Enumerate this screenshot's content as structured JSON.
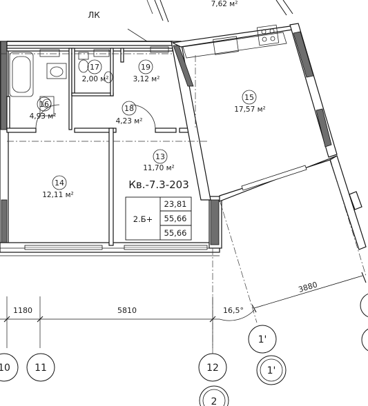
{
  "plan": {
    "top_label": "ЛК",
    "top_area_partial": "7,62 м²",
    "apartment": {
      "title": "Кв.-7.3-203",
      "type": "2.Б+",
      "area_living": "23,81",
      "area_total": "55,66",
      "area_total_with_balcony": "55,66"
    },
    "rooms": [
      {
        "num": "13",
        "area": "11,70 м²"
      },
      {
        "num": "14",
        "area": "12,11 м²"
      },
      {
        "num": "15",
        "area": "17,57 м²"
      },
      {
        "num": "16",
        "area": "4,93 м²"
      },
      {
        "num": "17",
        "area": "2,00 м²"
      },
      {
        "num": "18",
        "area": "4,23 м²"
      },
      {
        "num": "19",
        "area": "3,12 м²"
      }
    ],
    "dimensions": {
      "d1": "1180",
      "d2": "5810",
      "d3": "3880",
      "angle": "16,5°"
    },
    "axes": [
      "10",
      "11",
      "12",
      "1'",
      "1'",
      "2"
    ],
    "colors": {
      "wall": "#111111",
      "fill": "#6e6e6e",
      "background": "#ffffff"
    }
  }
}
